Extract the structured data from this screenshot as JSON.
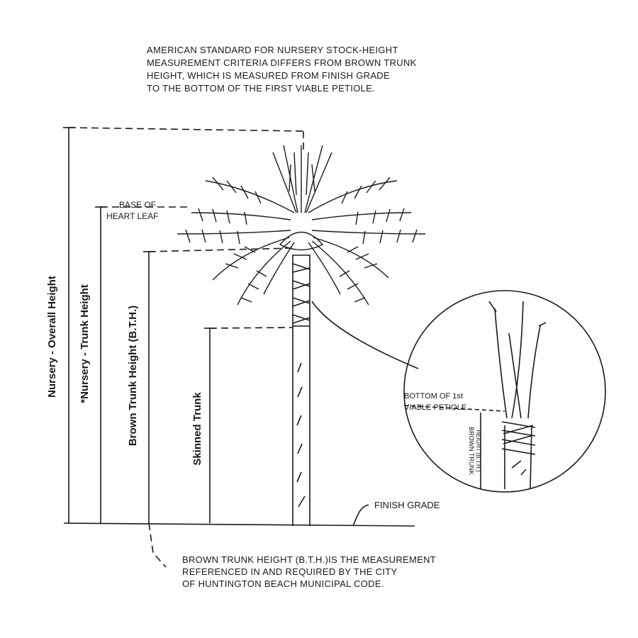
{
  "top_note": [
    "AMERICAN STANDARD FOR NURSERY STOCK-HEIGHT",
    "MEASUREMENT CRITERIA DIFFERS FROM BROWN TRUNK",
    "HEIGHT, WHICH IS MEASURED FROM FINISH GRADE",
    "TO THE BOTTOM OF THE FIRST VIABLE PETIOLE."
  ],
  "bottom_note": [
    "BROWN TRUNK HEIGHT (B.T.H.)IS THE MEASUREMENT",
    "REFERENCED IN AND REQUIRED BY THE CITY",
    "OF HUNTINGTON BEACH MUNICIPAL CODE."
  ],
  "dimensions": {
    "overall": "Nursery - Overall Height",
    "trunk": "*Nursery - Trunk Height",
    "bth": "Brown Trunk Height (B.T.H.)",
    "skinned": "Skinned Trunk"
  },
  "labels": {
    "heart_leaf_1": "BASE OF",
    "heart_leaf_2": "HEART LEAF",
    "finish_grade": "FINISH GRADE"
  },
  "detail": {
    "petiole_1": "BOTTOM OF 1st",
    "petiole_2": "VIABLE PETIOLE",
    "bth_small_1": "BROWN TRUNK",
    "bth_small_2": "HEIGHT (B.T.H.)"
  }
}
